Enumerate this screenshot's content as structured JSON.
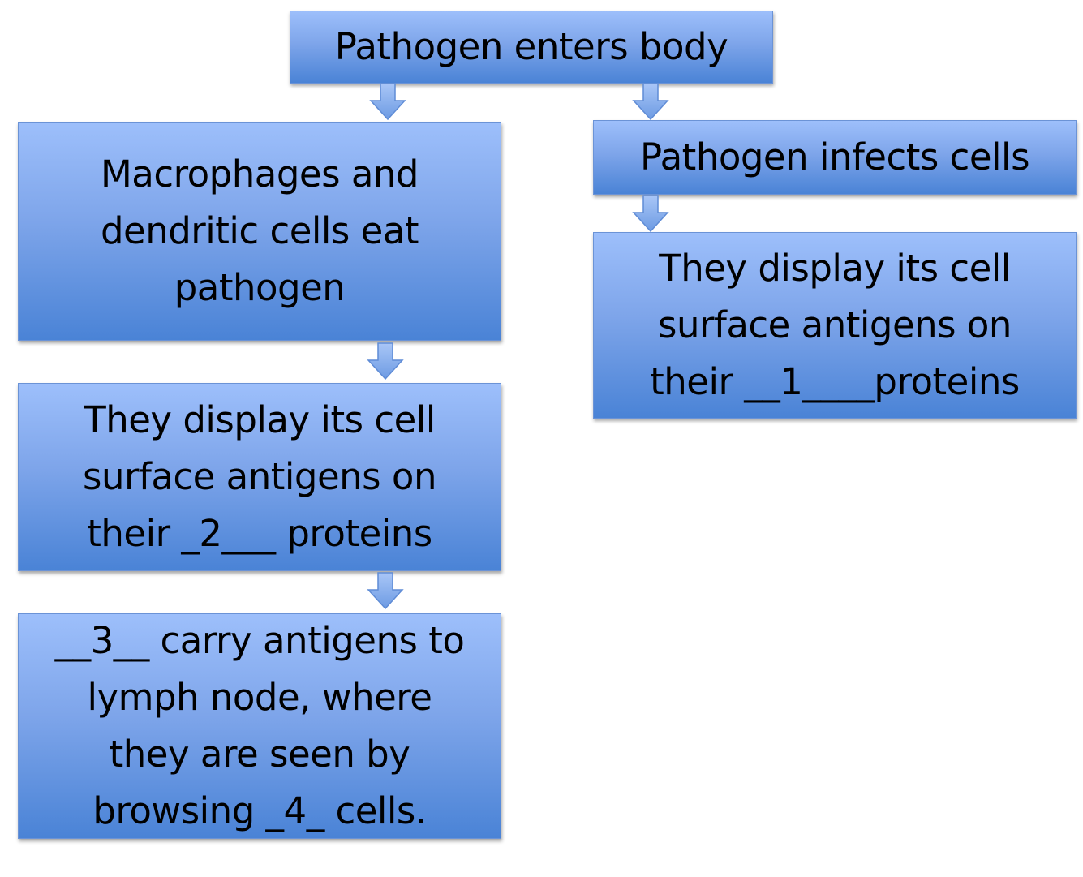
{
  "nodes": {
    "pathogen_enters": "Pathogen enters body",
    "macrophages": "Macrophages and\ndendritic cells eat\npathogen",
    "display_left": "They display its cell\nsurface antigens on\ntheir _2___ proteins",
    "carry_antigens": "__3__ carry antigens to\nlymph node, where\nthey are seen by\nbrowsing _4_ cells.",
    "pathogen_infects": "Pathogen infects cells",
    "display_right": "They display its cell\nsurface antigens on\ntheir __1____proteins"
  },
  "colors": {
    "box_top": "#9dbffb",
    "box_bottom": "#4a83d6",
    "arrow": "#7fa8ec"
  },
  "icons": {
    "connector": "down-arrow-icon"
  }
}
